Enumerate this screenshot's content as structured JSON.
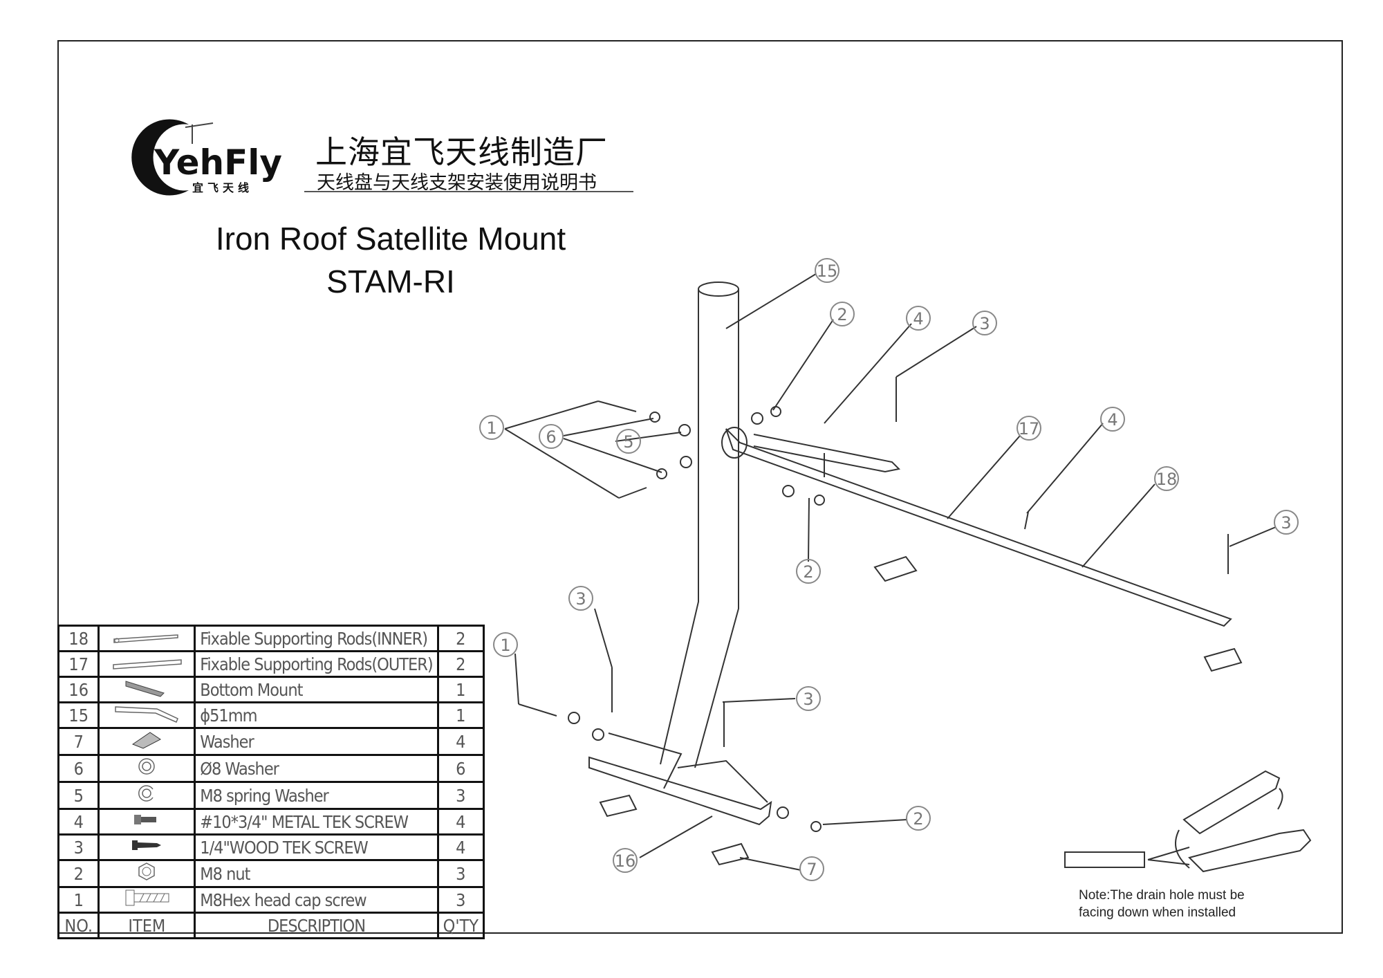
{
  "logo": {
    "brand": "YehFly",
    "brand_cn": "宜飞天线"
  },
  "header": {
    "company_cn": "上海宜飞天线制造厂",
    "subtitle_cn": "天线盘与天线支架安装使用说明书",
    "title": "Iron Roof Satellite Mount",
    "model": "STAM-RI"
  },
  "parts_table": {
    "columns": [
      "NO.",
      "ITEM",
      "DESCRIPTION",
      "Q'TY"
    ],
    "rows": [
      {
        "no": "18",
        "icon": "inner-rod-icon",
        "description": "Fixable Supporting Rods(INNER)",
        "qty": "2"
      },
      {
        "no": "17",
        "icon": "outer-rod-icon",
        "description": "Fixable Supporting Rods(OUTER)",
        "qty": "2"
      },
      {
        "no": "16",
        "icon": "bottom-mount-icon",
        "description": "Bottom Mount",
        "qty": "1"
      },
      {
        "no": "15",
        "icon": "pipe-icon",
        "description": "ϕ51mm",
        "qty": "1"
      },
      {
        "no": "7",
        "icon": "roof-washer-icon",
        "description": "Washer",
        "qty": "4"
      },
      {
        "no": "6",
        "icon": "flat-washer-icon",
        "description": "Ø8 Washer",
        "qty": "6"
      },
      {
        "no": "5",
        "icon": "spring-washer-icon",
        "description": "M8 spring Washer",
        "qty": "3"
      },
      {
        "no": "4",
        "icon": "metal-screw-icon",
        "description": "#10*3/4\" METAL TEK SCREW",
        "qty": "4"
      },
      {
        "no": "3",
        "icon": "wood-screw-icon",
        "description": "1/4\"WOOD TEK SCREW",
        "qty": "4"
      },
      {
        "no": "2",
        "icon": "nut-icon",
        "description": "M8 nut",
        "qty": "3"
      },
      {
        "no": "1",
        "icon": "hex-bolt-icon",
        "description": "M8Hex head cap screw",
        "qty": "3"
      }
    ]
  },
  "callouts": [
    "15",
    "2",
    "4",
    "3",
    "1",
    "6",
    "5",
    "17",
    "4",
    "18",
    "3",
    "2",
    "3",
    "1",
    "3",
    "2",
    "16",
    "7"
  ],
  "note": {
    "line1": "Note:The drain hole must be",
    "line2": "facing down when installed"
  }
}
